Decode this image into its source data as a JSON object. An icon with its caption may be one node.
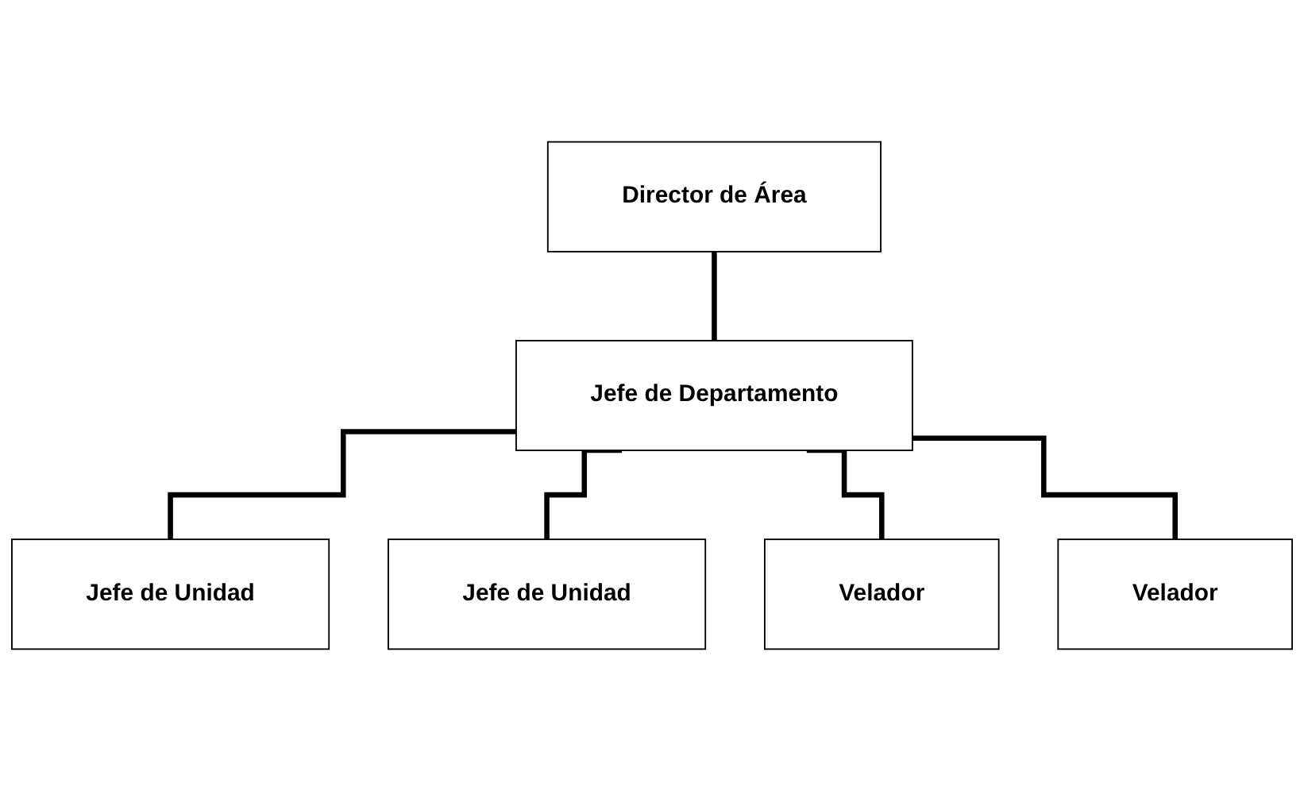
{
  "diagram": {
    "nodes": [
      {
        "text": [
          "Director de Área"
        ]
      },
      {
        "text": [
          "Jefe de Departamento"
        ]
      },
      {
        "text": [
          "Jefe de Unidad"
        ]
      },
      {
        "text": [
          "Jefe de Unidad"
        ]
      },
      {
        "text": [
          "Velador"
        ]
      },
      {
        "text": [
          "Velador"
        ]
      }
    ],
    "edges": [
      {
        "from": 0,
        "to": 1,
        "arrow": "none"
      },
      {
        "from": 1,
        "to": 2,
        "arrow": "none"
      },
      {
        "from": 1,
        "to": 3,
        "arrow": "none"
      },
      {
        "from": 1,
        "to": 4,
        "arrow": "none"
      },
      {
        "from": 1,
        "to": 5,
        "arrow": "none"
      }
    ]
  }
}
